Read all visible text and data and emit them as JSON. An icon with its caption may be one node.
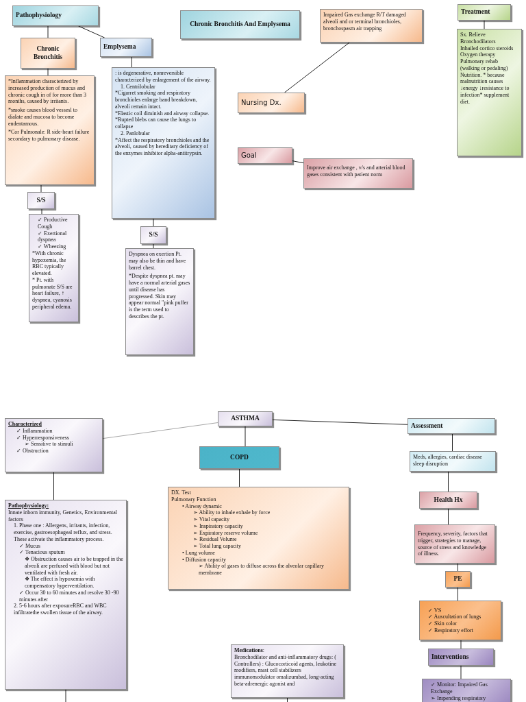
{
  "diagram": {
    "nodes": [
      {
        "text": [
          "Pathophysiology"
        ]
      },
      {
        "text": [
          "Chronic Bronchitis"
        ]
      },
      {
        "text": [
          "Emplysema"
        ]
      },
      {
        "text": [
          "*Inflammation characterized by increased production of mucus and chronic cough in of for more than 3 months, caused by irritants.",
          "*smoke causes blood vessesl to dialate and mucosa to become endentamous.",
          "*Cor Pulmonale: R side-heart failure secondary to pulmonary disease."
        ]
      },
      {
        "text": [
          "S/S"
        ]
      },
      {
        "text": [
          "✓ Productive Cough",
          "✓ Exertional dyspnea",
          "✓ Wheezing",
          "*With chronic hypoxemia, the RBC typically elevated.",
          "* Pt. with pulmonate S/S are heart failure, ↑ dyspnea, cyanosis peripheral edema."
        ]
      },
      {
        "text": [
          ": is degenerative, nonreversible characterized by enlargement of the airway.",
          "1. Centrilobular",
          "*Cigarret smoking and respiratory bronchioles enlarge band breakdown, alveoli remain intact.",
          "*Elastic coil diminish and airway collapse.",
          "*Rupted blebs can cause the lungs to collapse",
          "2. Panlobular",
          "*Affect the respiratory bronchioles and the alveoli, caused by hereditary deficiency of the enzymes inhibitor alpha-antitrypsin."
        ]
      },
      {
        "text": [
          "S/S"
        ]
      },
      {
        "text": [
          "Dyspnea on exertion Pt. may also be thin and have barrel chest.",
          "*Despite dyspnea pt. may have a normal arterial gases until disease has progressed. Skin may appear normal \"pink puffer is the term used to describes the pt."
        ]
      },
      {
        "text": [
          "Chronic Bronchitis And Emplysema"
        ]
      },
      {
        "text": [
          "Nursing Dx."
        ]
      },
      {
        "text": [
          "Impaired Gas exchange R/T damaged alveoli and or terminal bronchioles, bronchospasm air trapping"
        ]
      },
      {
        "text": [
          "Goal"
        ]
      },
      {
        "text": [
          "Improve air exchange , v/s and arterial blood gases consistent with patient norm"
        ]
      },
      {
        "text": [
          "Treatment"
        ]
      },
      {
        "text": [
          "Sx. Relieve",
          "Bronchodilators",
          "Inhailed cortico steroids",
          "Oxygen therapy",
          "Pulmonary rehab (walking or pedaling)",
          "Nutrition. * because malnutrition causes ↓energy ↓resistance to infection* supplement diet."
        ]
      },
      {
        "text": [
          "ASTHMA"
        ]
      },
      {
        "text": [
          "Characterized",
          "✓ Inflammation",
          "✓ Hyperresponsiveness",
          "➢ Sensitive to stimuli",
          "✓ Obstruction"
        ]
      },
      {
        "text": [
          "COPD"
        ]
      },
      {
        "text": [
          "Assessment"
        ]
      },
      {
        "text": [
          "Meds, allergies, cardiac disease sleep disruption"
        ]
      },
      {
        "text": [
          "DX. Test",
          "Pulmonary Function",
          "• Airway dynamic",
          "➢ Ability to inhale exhale by force",
          "➢ Vital capacity",
          "➢ Inspiratory capacity",
          "➢ Expiratory reserve volume",
          "➢ Residual Volume",
          "➢ Total lung capacity",
          "• Lung volume",
          "• Diffusion capacity",
          "➢ Ability of gases to diffuse across the alveolar capillary membrane"
        ]
      },
      {
        "text": [
          "Pathophysiology:",
          "Innate inborn immunity, Genetics, Environmental factors",
          "1. Phase one : Allergens, irritants, infection, exercise, gastroesophageal reflux, and stress. These activate the inflammatory process.",
          "✓ Mucus",
          "✓ Tenacious sputum",
          "❖ Obstruction causes air to be trapped in the alveoli are perfused with blood but not ventilated with fresh air.",
          "❖ The effect is hypoxemia with compensatory hyperventilation.",
          "✓ Occur 30 to 60 minutes and resolve 30 -90 minutes after",
          "2. 5-6 hours after exposureRBC and WBC infiltratethe swollen tissue of the airway."
        ]
      },
      {
        "text": [
          "Health Hx"
        ]
      },
      {
        "text": [
          "Frequency, severity, factors that trigger, strategies to manage, source of stress and knowledge of illness."
        ]
      },
      {
        "text": [
          "PE"
        ]
      },
      {
        "text": [
          "✓ VS",
          "✓ Auscultation of lungs",
          "✓ Skin color",
          "✓ Respiratory effort"
        ]
      },
      {
        "text": [
          "Interventions"
        ]
      },
      {
        "text": [
          "**Medications**:",
          "Bronchodilator and anti-inflammatory drugs: ( Controllers) : Glucocorticoid agents, leukotine modifiers, mast cell stabilizers immunomodulator omalizumbad, long-acting beta-adrenergic agonist and"
        ]
      },
      {
        "text": [
          "✓ Monitor: Impaired Gas Exchange",
          "➢ Impending respiratory"
        ]
      }
    ],
    "edges": [
      {
        "from": 0,
        "to": 1,
        "arrow": "none"
      },
      {
        "from": 0,
        "to": 2,
        "arrow": "none"
      },
      {
        "from": 1,
        "to": 3,
        "arrow": "none"
      },
      {
        "from": 3,
        "to": 4,
        "arrow": "none"
      },
      {
        "from": 4,
        "to": 5,
        "arrow": "none"
      },
      {
        "from": 2,
        "to": 6,
        "arrow": "none"
      },
      {
        "from": 6,
        "to": 7,
        "arrow": "none"
      },
      {
        "from": 7,
        "to": 8,
        "arrow": "none"
      },
      {
        "from": 10,
        "to": 11,
        "arrow": "none"
      },
      {
        "from": 12,
        "to": 13,
        "arrow": "none"
      },
      {
        "from": 14,
        "to": 15,
        "arrow": "none"
      },
      {
        "from": 16,
        "to": 17,
        "arrow": "none",
        "color": "#a6a6a6"
      },
      {
        "from": 16,
        "to": 18,
        "arrow": "none"
      },
      {
        "from": 16,
        "to": 19,
        "arrow": "none"
      },
      {
        "from": 17,
        "to": 22,
        "arrow": "none"
      },
      {
        "from": 18,
        "to": 21,
        "arrow": "none"
      },
      {
        "from": 19,
        "to": 20,
        "arrow": "none"
      },
      {
        "from": 20,
        "to": 23,
        "arrow": "none"
      },
      {
        "from": 23,
        "to": 24,
        "arrow": "none"
      },
      {
        "from": 24,
        "to": 25,
        "arrow": "none"
      },
      {
        "from": 25,
        "to": 26,
        "arrow": "none"
      },
      {
        "from": 26,
        "to": 27,
        "arrow": "none"
      },
      {
        "from": 27,
        "to": 29,
        "arrow": "none"
      },
      {
        "from": 22,
        "to": null,
        "arrow": "none"
      },
      {
        "from": 28,
        "to": null,
        "arrow": "none"
      }
    ]
  }
}
